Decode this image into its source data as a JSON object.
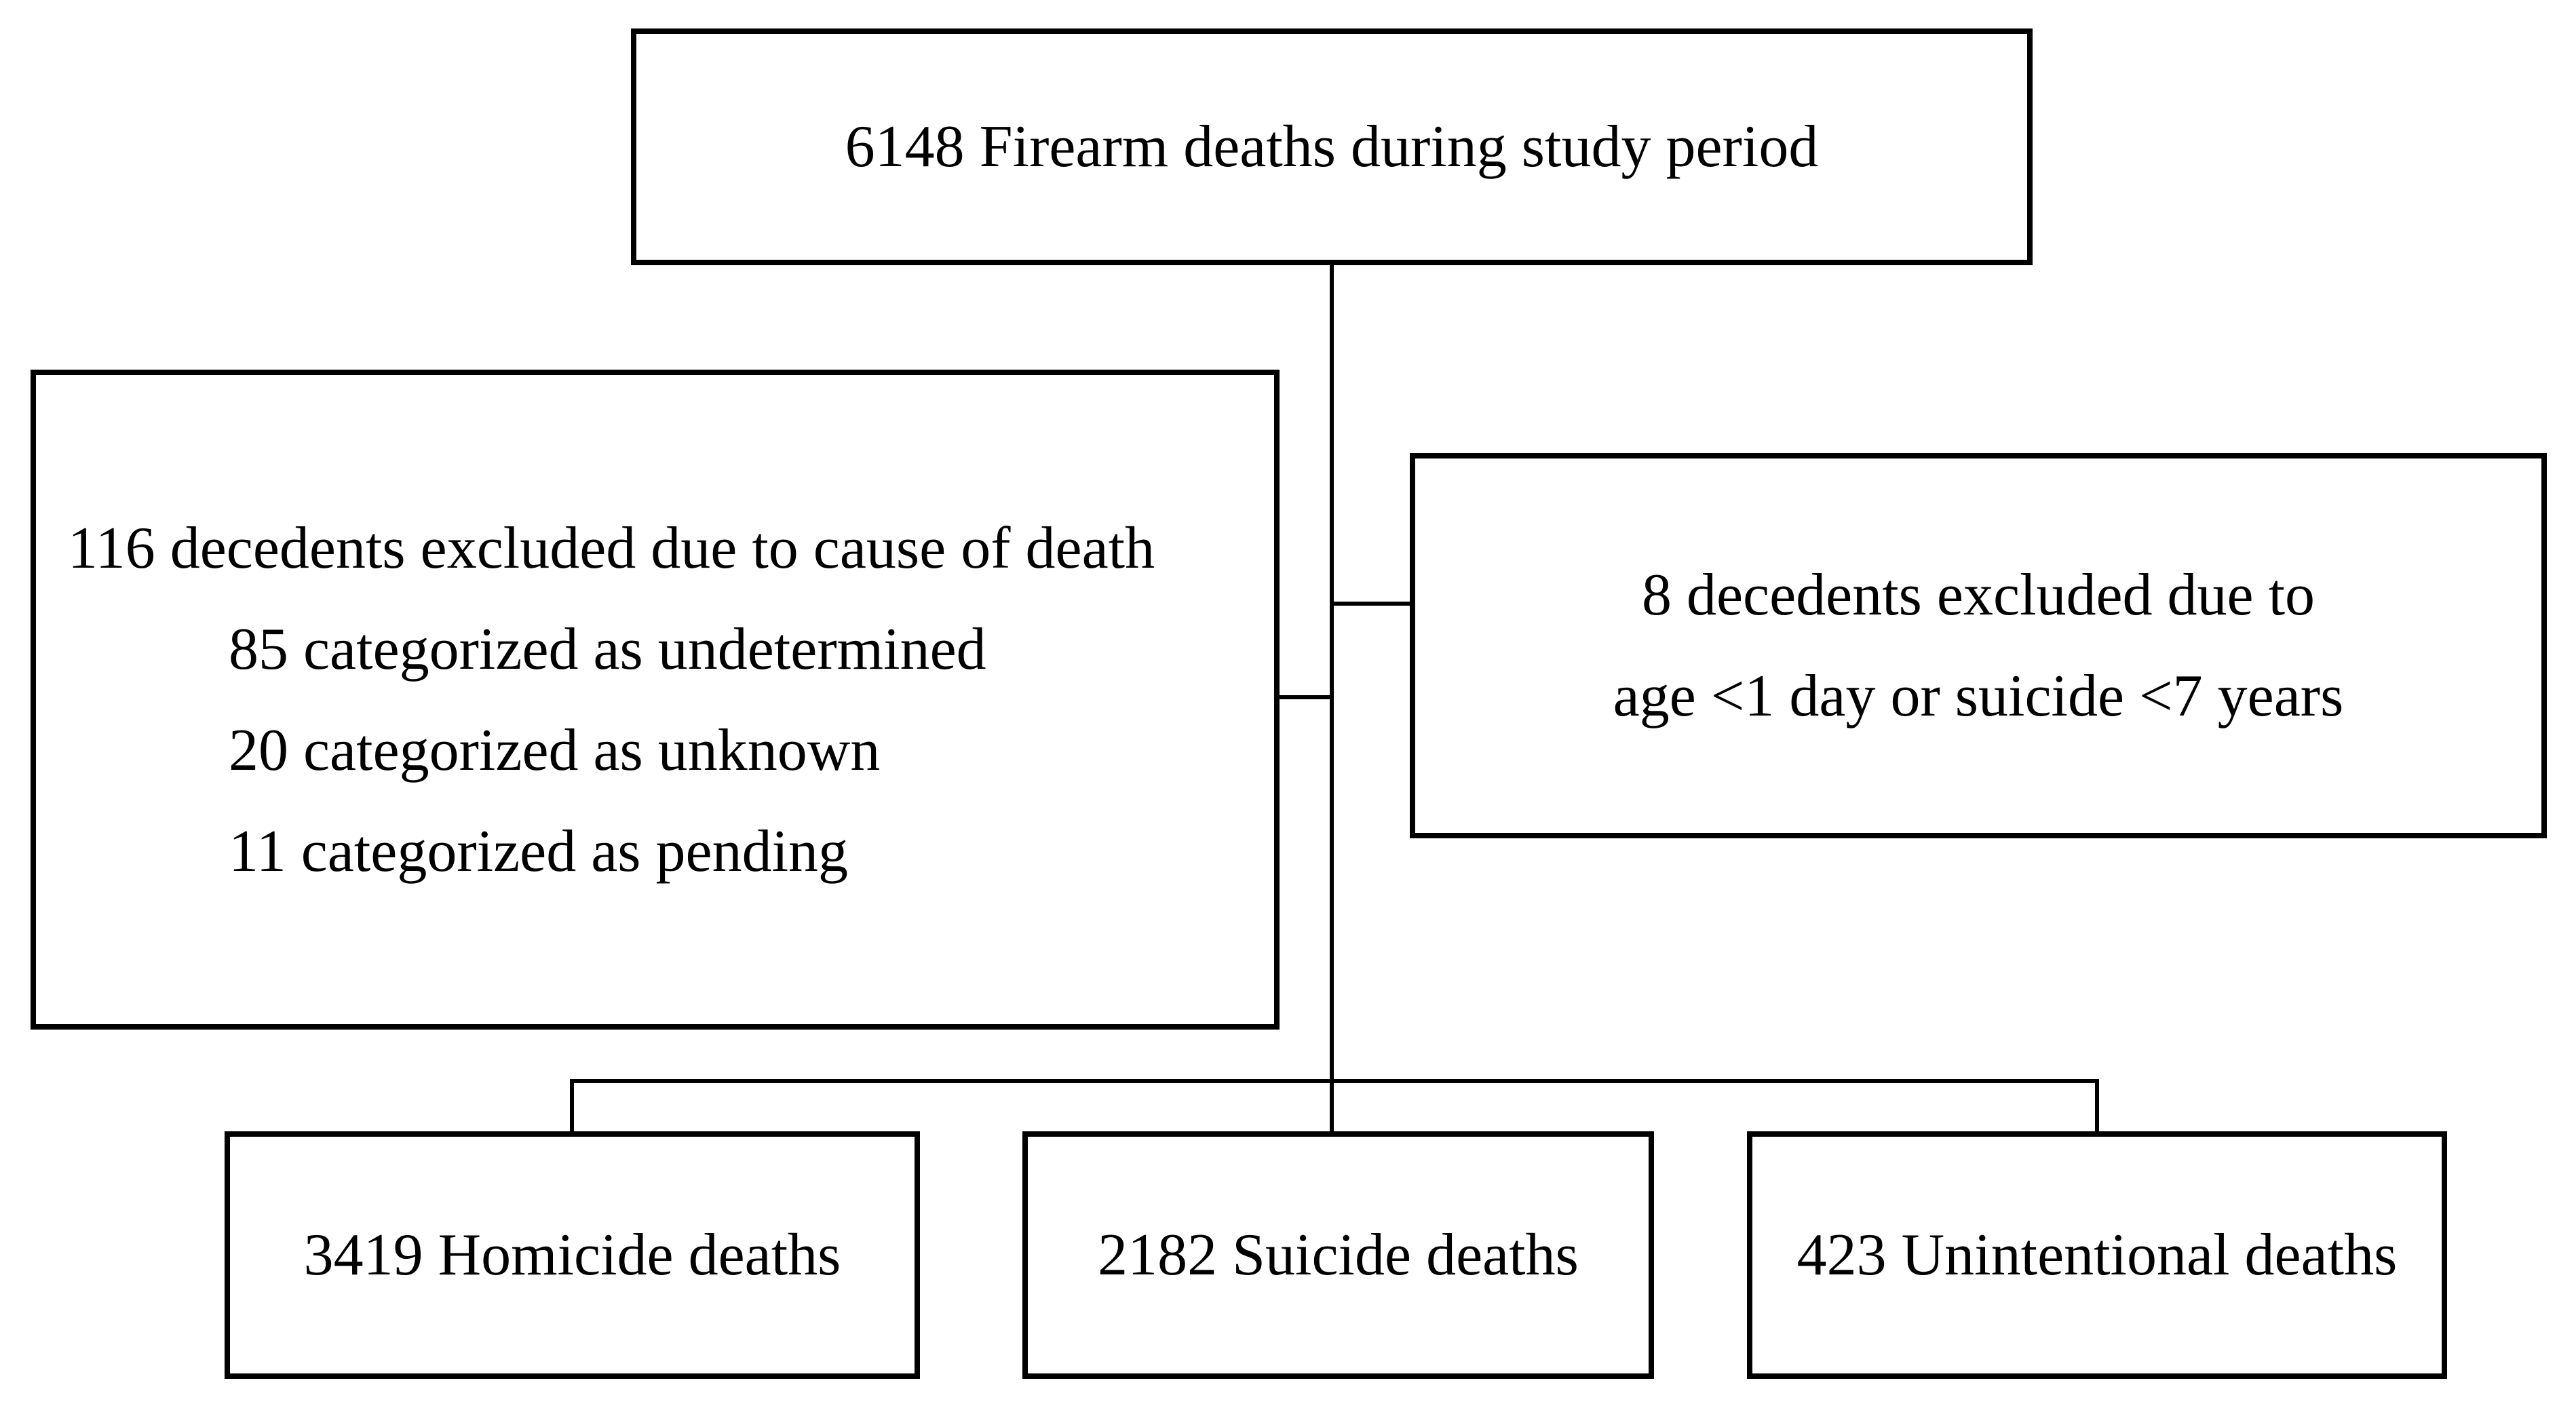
{
  "figure": {
    "type": "study-flow-diagram",
    "background_color": "#ffffff",
    "line_color": "#000000",
    "text_color": "#000000"
  },
  "nodes": {
    "total": {
      "label": "6148 Firearm deaths during study period"
    },
    "excluded_cause": {
      "title": "116 decedents excluded due to cause of death",
      "items": [
        "85 categorized as undetermined",
        "20 categorized as unknown",
        "11 categorized as pending"
      ]
    },
    "excluded_age": {
      "line1": "8 decedents excluded due to",
      "line2": "age <1 day or suicide <7 years"
    },
    "homicide": {
      "label": "3419 Homicide deaths"
    },
    "suicide": {
      "label": "2182 Suicide deaths"
    },
    "unintentional": {
      "label": "423 Unintentional deaths"
    }
  }
}
